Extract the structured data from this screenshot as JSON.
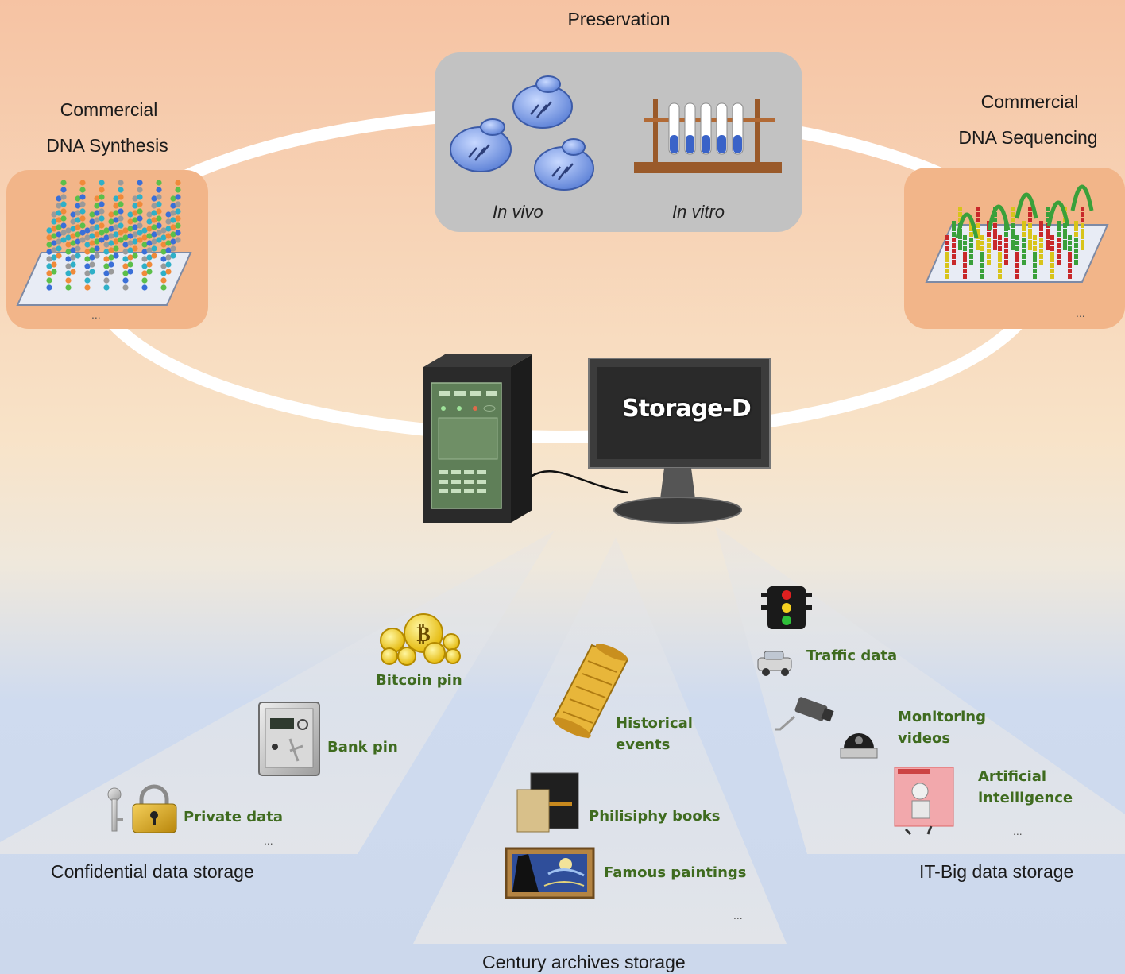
{
  "top": {
    "preservation": "Preservation",
    "in_vivo": "In vivo",
    "in_vitro": "In vitro",
    "synthesis_line1": "Commercial",
    "synthesis_line2": "DNA Synthesis",
    "sequencing_line1": "Commercial",
    "sequencing_line2": "DNA Sequencing",
    "synthesis_more": "...",
    "sequencing_more": "..."
  },
  "center": {
    "monitor_label": "Storage-D"
  },
  "confidential": {
    "label": "Confidential data storage",
    "items": [
      "Bitcoin pin",
      "Bank pin",
      "Private data"
    ],
    "more": "..."
  },
  "archives": {
    "label": "Century archives storage",
    "historical_line1": "Historical",
    "historical_line2": "events",
    "items": [
      "Philisiphy books",
      "Famous paintings"
    ],
    "more": "..."
  },
  "bigdata": {
    "label": "IT-Big data storage",
    "traffic": "Traffic data",
    "monitoring_line1": "Monitoring",
    "monitoring_line2": "videos",
    "ai_line1": "Artificial",
    "ai_line2": "intelligence",
    "more": "..."
  },
  "colors": {
    "bg_top": "#f6c3a3",
    "bg_bottom": "#c8d7ee",
    "orange_box": "#f2b589",
    "grey_box": "#c2c2c2",
    "green_text": "#3f6b1f"
  }
}
